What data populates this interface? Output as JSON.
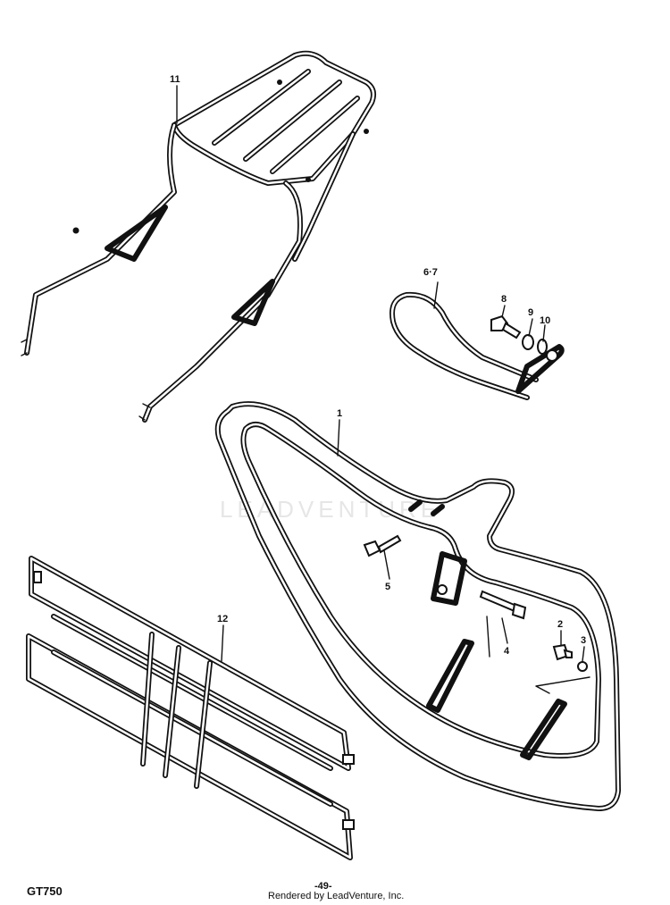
{
  "watermark_text": "LEADVENTURE",
  "callouts": {
    "c1": "1",
    "c2": "2",
    "c3": "3",
    "c4": "4",
    "c5": "5",
    "c67": "6·7",
    "c8": "8",
    "c9": "9",
    "c10": "10",
    "c11": "11",
    "c12": "12"
  },
  "footer": {
    "model": "GT750",
    "page_number": "-49-",
    "credit": "Rendered by LeadVenture, Inc."
  }
}
